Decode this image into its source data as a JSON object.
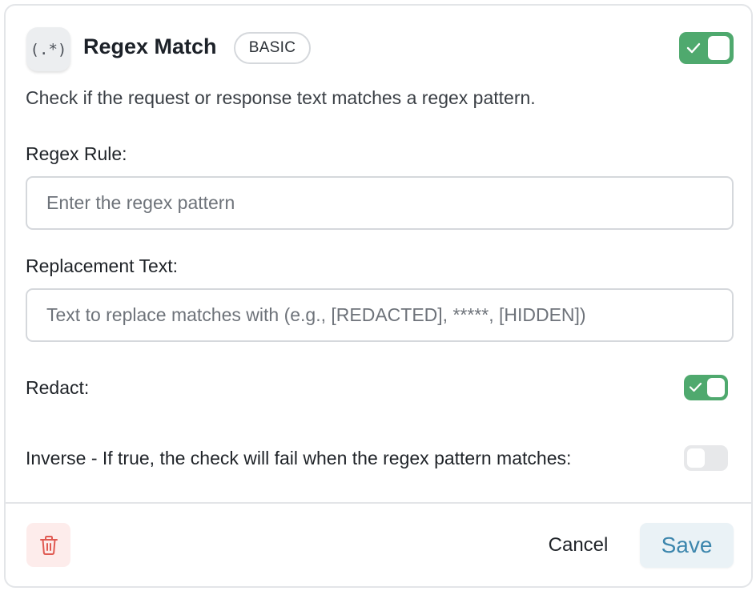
{
  "header": {
    "icon_text": "(.*)",
    "title": "Regex Match",
    "badge": "BASIC",
    "enabled": true
  },
  "description": "Check if the request or response text matches a regex pattern.",
  "fields": {
    "regex_rule": {
      "label": "Regex Rule:",
      "value": "",
      "placeholder": "Enter the regex pattern"
    },
    "replacement_text": {
      "label": "Replacement Text:",
      "value": "",
      "placeholder": "Text to replace matches with (e.g., [REDACTED], *****, [HIDDEN])"
    },
    "redact": {
      "label": "Redact:",
      "enabled": true
    },
    "inverse": {
      "label": "Inverse - If true, the check will fail when the regex pattern matches:",
      "enabled": false
    }
  },
  "footer": {
    "delete_icon": "trash-icon",
    "cancel_label": "Cancel",
    "save_label": "Save"
  },
  "colors": {
    "toggle_on": "#4fa96e",
    "toggle_off": "#e7e8ea",
    "save_text": "#3c86ad",
    "delete_icon": "#e05a52"
  }
}
